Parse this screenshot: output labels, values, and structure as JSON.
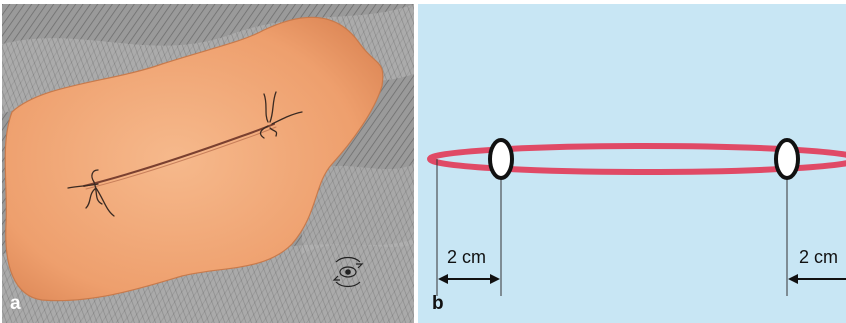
{
  "panels": {
    "a": {
      "label": "a"
    },
    "b": {
      "label": "b",
      "dimension_left": "2 cm",
      "dimension_right": "2 cm"
    }
  },
  "colors": {
    "skin": "#f0a878",
    "drape": "#8c8c8c",
    "suture_ring": "#e04a66",
    "background_b": "#c8e6f4",
    "marker_outline": "#111111"
  }
}
